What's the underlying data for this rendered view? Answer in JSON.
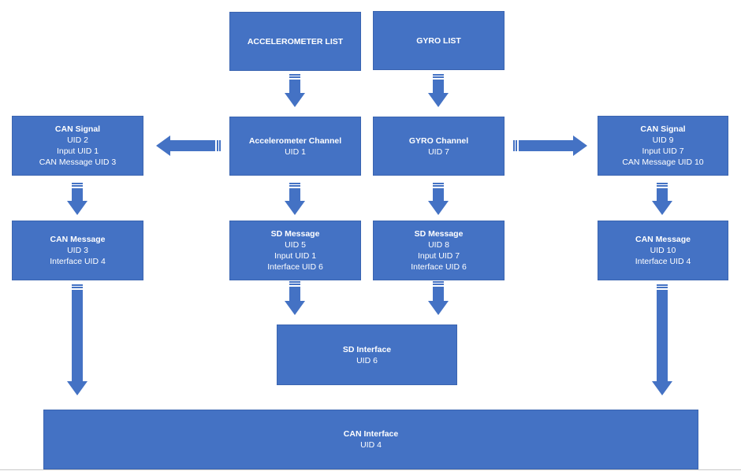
{
  "diagram": {
    "nodes": {
      "accel_list": {
        "title": "ACCELEROMETER LIST",
        "lines": []
      },
      "gyro_list": {
        "title": "GYRO LIST",
        "lines": []
      },
      "accel_channel": {
        "title": "Accelerometer Channel",
        "lines": [
          "UID 1"
        ]
      },
      "gyro_channel": {
        "title": "GYRO Channel",
        "lines": [
          "UID 7"
        ]
      },
      "can_signal_left": {
        "title": "CAN Signal",
        "lines": [
          "UID 2",
          "Input UID 1",
          "CAN Message UID 3"
        ]
      },
      "can_signal_right": {
        "title": "CAN Signal",
        "lines": [
          "UID 9",
          "Input UID 7",
          "CAN Message UID 10"
        ]
      },
      "can_message_left": {
        "title": "CAN Message",
        "lines": [
          "UID 3",
          "Interface UID 4"
        ]
      },
      "sd_message_left": {
        "title": "SD Message",
        "lines": [
          "UID 5",
          "Input UID 1",
          "Interface UID 6"
        ]
      },
      "sd_message_right": {
        "title": "SD Message",
        "lines": [
          "UID 8",
          "Input UID 7",
          "Interface UID 6"
        ]
      },
      "can_message_right": {
        "title": "CAN Message",
        "lines": [
          "UID 10",
          "Interface UID 4"
        ]
      },
      "sd_interface": {
        "title": "SD Interface",
        "lines": [
          "UID 6"
        ]
      },
      "can_interface": {
        "title": "CAN Interface",
        "lines": [
          "UID 4"
        ]
      }
    },
    "edges": [
      {
        "from": "accel_list",
        "to": "accel_channel"
      },
      {
        "from": "gyro_list",
        "to": "gyro_channel"
      },
      {
        "from": "accel_channel",
        "to": "can_signal_left"
      },
      {
        "from": "gyro_channel",
        "to": "can_signal_right"
      },
      {
        "from": "can_signal_left",
        "to": "can_message_left"
      },
      {
        "from": "accel_channel",
        "to": "sd_message_left"
      },
      {
        "from": "gyro_channel",
        "to": "sd_message_right"
      },
      {
        "from": "can_signal_right",
        "to": "can_message_right"
      },
      {
        "from": "sd_message_left",
        "to": "sd_interface"
      },
      {
        "from": "sd_message_right",
        "to": "sd_interface"
      },
      {
        "from": "can_message_left",
        "to": "can_interface"
      },
      {
        "from": "can_message_right",
        "to": "can_interface"
      }
    ],
    "colors": {
      "box_fill": "#4472c4",
      "box_border": "#3a64b0",
      "arrow_fill": "#4472c4",
      "text": "#ffffff"
    }
  }
}
